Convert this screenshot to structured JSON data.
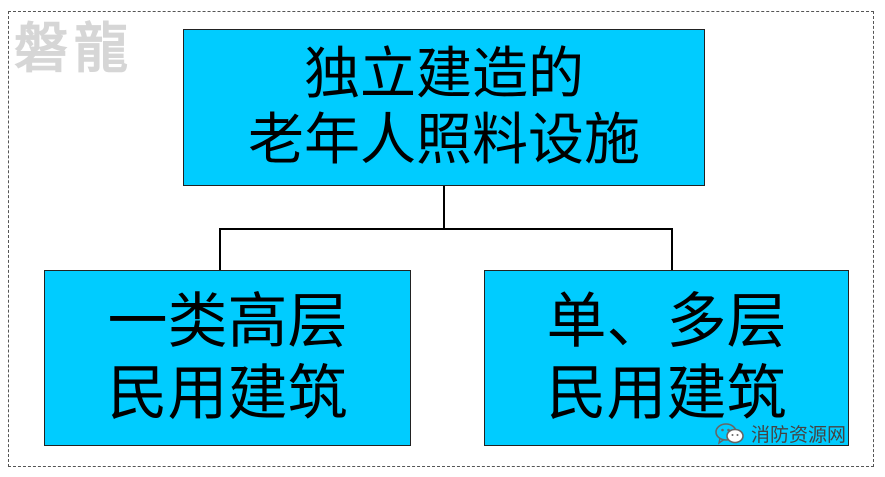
{
  "colors": {
    "box_fill": "#00CCFF",
    "box_border": "#222222",
    "connector": "#000000",
    "frame_border": "#555555",
    "watermark": "#D6D6D6"
  },
  "watermark": {
    "text": "磐龍"
  },
  "diagram": {
    "root": {
      "lines": [
        "独立建造的",
        "老年人照料设施"
      ]
    },
    "children": [
      {
        "lines": [
          "一类高层",
          "民用建筑"
        ]
      },
      {
        "lines": [
          "单、多层",
          "民用建筑"
        ]
      }
    ]
  },
  "footer": {
    "brand_icon": "wechat-icon",
    "brand_text": "消防资源网"
  }
}
